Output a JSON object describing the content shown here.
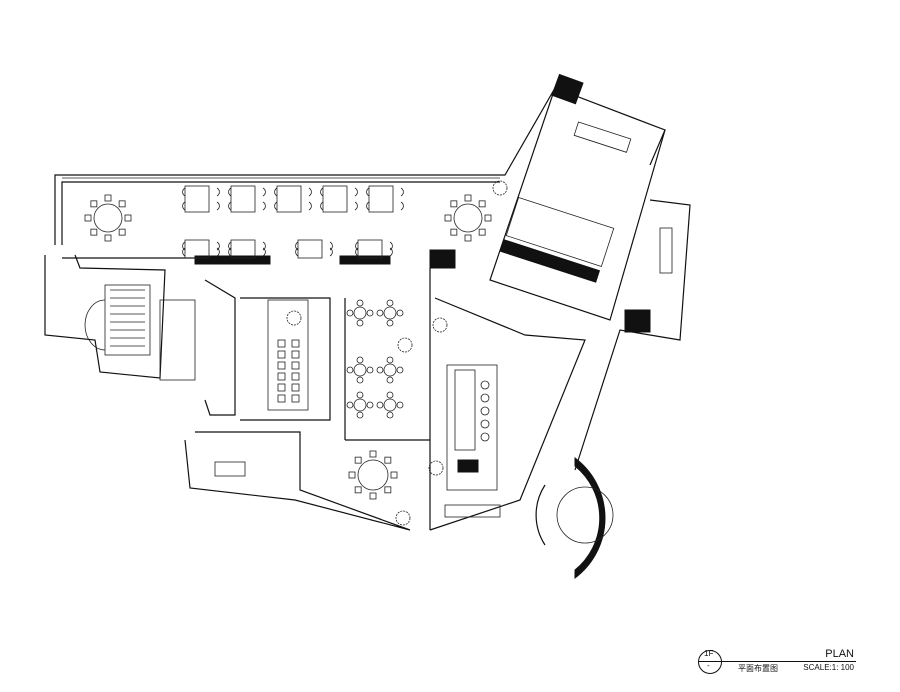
{
  "drawing": {
    "title": "PLAN",
    "subtitle": "平面布置图",
    "scale": "SCALE:1: 100",
    "floor_tag": "1F",
    "floor_sub": "-"
  }
}
